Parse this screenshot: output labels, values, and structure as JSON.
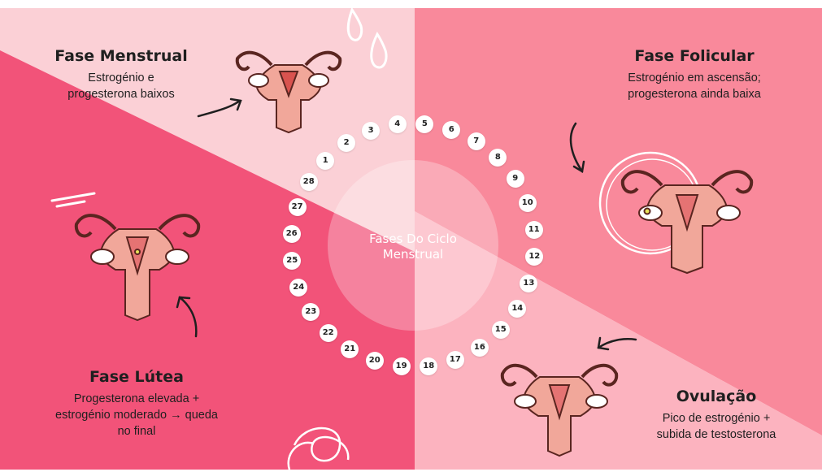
{
  "center_title": "Fases Do Ciclo Menstrual",
  "phases": {
    "menstrual": {
      "title": "Fase Menstrual",
      "desc_line1": "Estrogénio e",
      "desc_line2": "progesterona baixos"
    },
    "folicular": {
      "title": "Fase Folicular",
      "desc_line1": "Estrogénio em ascensão;",
      "desc_line2": "progesterona ainda baixa"
    },
    "lutea": {
      "title": "Fase Lútea",
      "desc_line1": "Progesterona elevada +",
      "desc_line2": "estrogénio moderado → queda",
      "desc_line3": "no final"
    },
    "ovulacao": {
      "title": "Ovulação",
      "desc_line1": "Pico de estrogénio +",
      "desc_line2": "subida de testosterona"
    }
  },
  "days": [
    "1",
    "2",
    "3",
    "4",
    "5",
    "6",
    "7",
    "8",
    "9",
    "10",
    "11",
    "12",
    "13",
    "14",
    "15",
    "16",
    "17",
    "18",
    "19",
    "20",
    "21",
    "22",
    "23",
    "24",
    "25",
    "26",
    "27",
    "28"
  ],
  "colors": {
    "light_pink": "#fbd0d6",
    "pink": "#f9899b",
    "deep_pink": "#f25379",
    "pale_pink": "#fcb3bf",
    "organ_fill": "#f1a79a",
    "organ_stroke": "#5a2520"
  },
  "icons": [
    "uterus-icon",
    "curved-arrow-icon",
    "water-drop-icon",
    "swirl-icon",
    "ovum-icon"
  ]
}
